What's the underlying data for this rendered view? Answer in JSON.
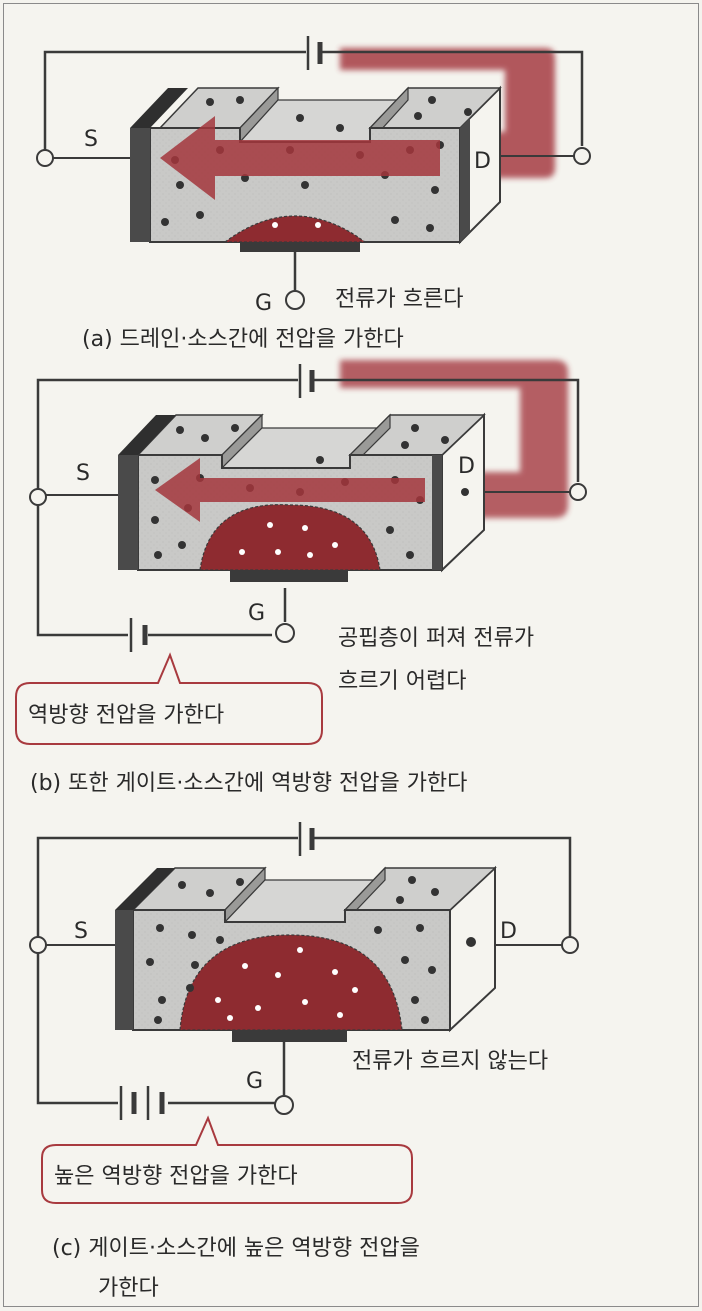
{
  "panels": [
    {
      "source_label": "S",
      "drain_label": "D",
      "gate_label": "G",
      "result_text": "전류가 흐른다",
      "caption": "(a) 드레인·소스간에 전압을 가한다"
    },
    {
      "source_label": "S",
      "drain_label": "D",
      "gate_label": "G",
      "result_line1": "공핍층이 퍼져 전류가",
      "result_line2": "흐르기 어렵다",
      "callout": "역방향 전압을 가한다",
      "caption": "(b) 또한 게이트·소스간에 역방향 전압을 가한다"
    },
    {
      "source_label": "S",
      "drain_label": "D",
      "gate_label": "G",
      "result_text": "전류가 흐르지 않는다",
      "callout": "높은 역방향 전압을 가한다",
      "caption_line1": "(c) 게이트·소스간에 높은 역방향 전압을",
      "caption_line2": "가한다"
    }
  ],
  "colors": {
    "channel_gray": "#c9c9c7",
    "top_gray": "#cfcfcd",
    "side_gray": "#a9a9a7",
    "dark": "#3a3a3a",
    "depletion_red": "#8e2b30",
    "current_red": "#a3363c",
    "callout_border": "#a83a3f"
  }
}
